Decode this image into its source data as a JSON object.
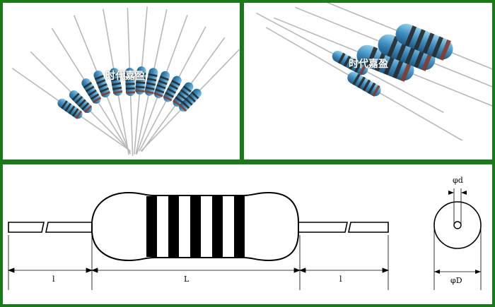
{
  "photos": {
    "watermark_left": "时代嘉盈",
    "watermark_right": "时代嘉盈"
  },
  "drawing": {
    "lead_length_left": "l",
    "body_length": "L",
    "lead_length_right": "l",
    "lead_diameter": "φd",
    "body_diameter": "φD"
  },
  "colors": {
    "frame": "#1a7a1a",
    "resistor_body": "#3f8fc0",
    "band_dark": "#2a2a2a",
    "band_brown": "#8a3a2a",
    "lead_wire": "#b8b8b8"
  }
}
